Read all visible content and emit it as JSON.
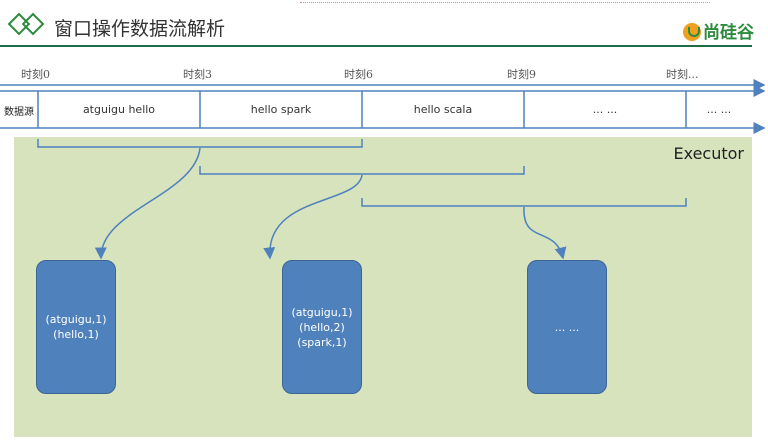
{
  "header": {
    "title": "窗口操作数据流解析",
    "logo_text": "尚硅谷"
  },
  "timeline": {
    "labels": [
      "时刻0",
      "时刻3",
      "时刻6",
      "时刻9",
      "时刻..."
    ]
  },
  "stream": {
    "label": "数据源",
    "cells": [
      "atguigu hello",
      "hello spark",
      "hello scala",
      "... ...",
      "... ..."
    ]
  },
  "executor": {
    "label": "Executor"
  },
  "results": [
    {
      "lines": [
        "(atguigu,1)",
        "(hello,1)"
      ]
    },
    {
      "lines": [
        "(atguigu,1)",
        "(hello,2)",
        "(spark,1)"
      ]
    },
    {
      "lines": [
        "... ..."
      ]
    }
  ]
}
